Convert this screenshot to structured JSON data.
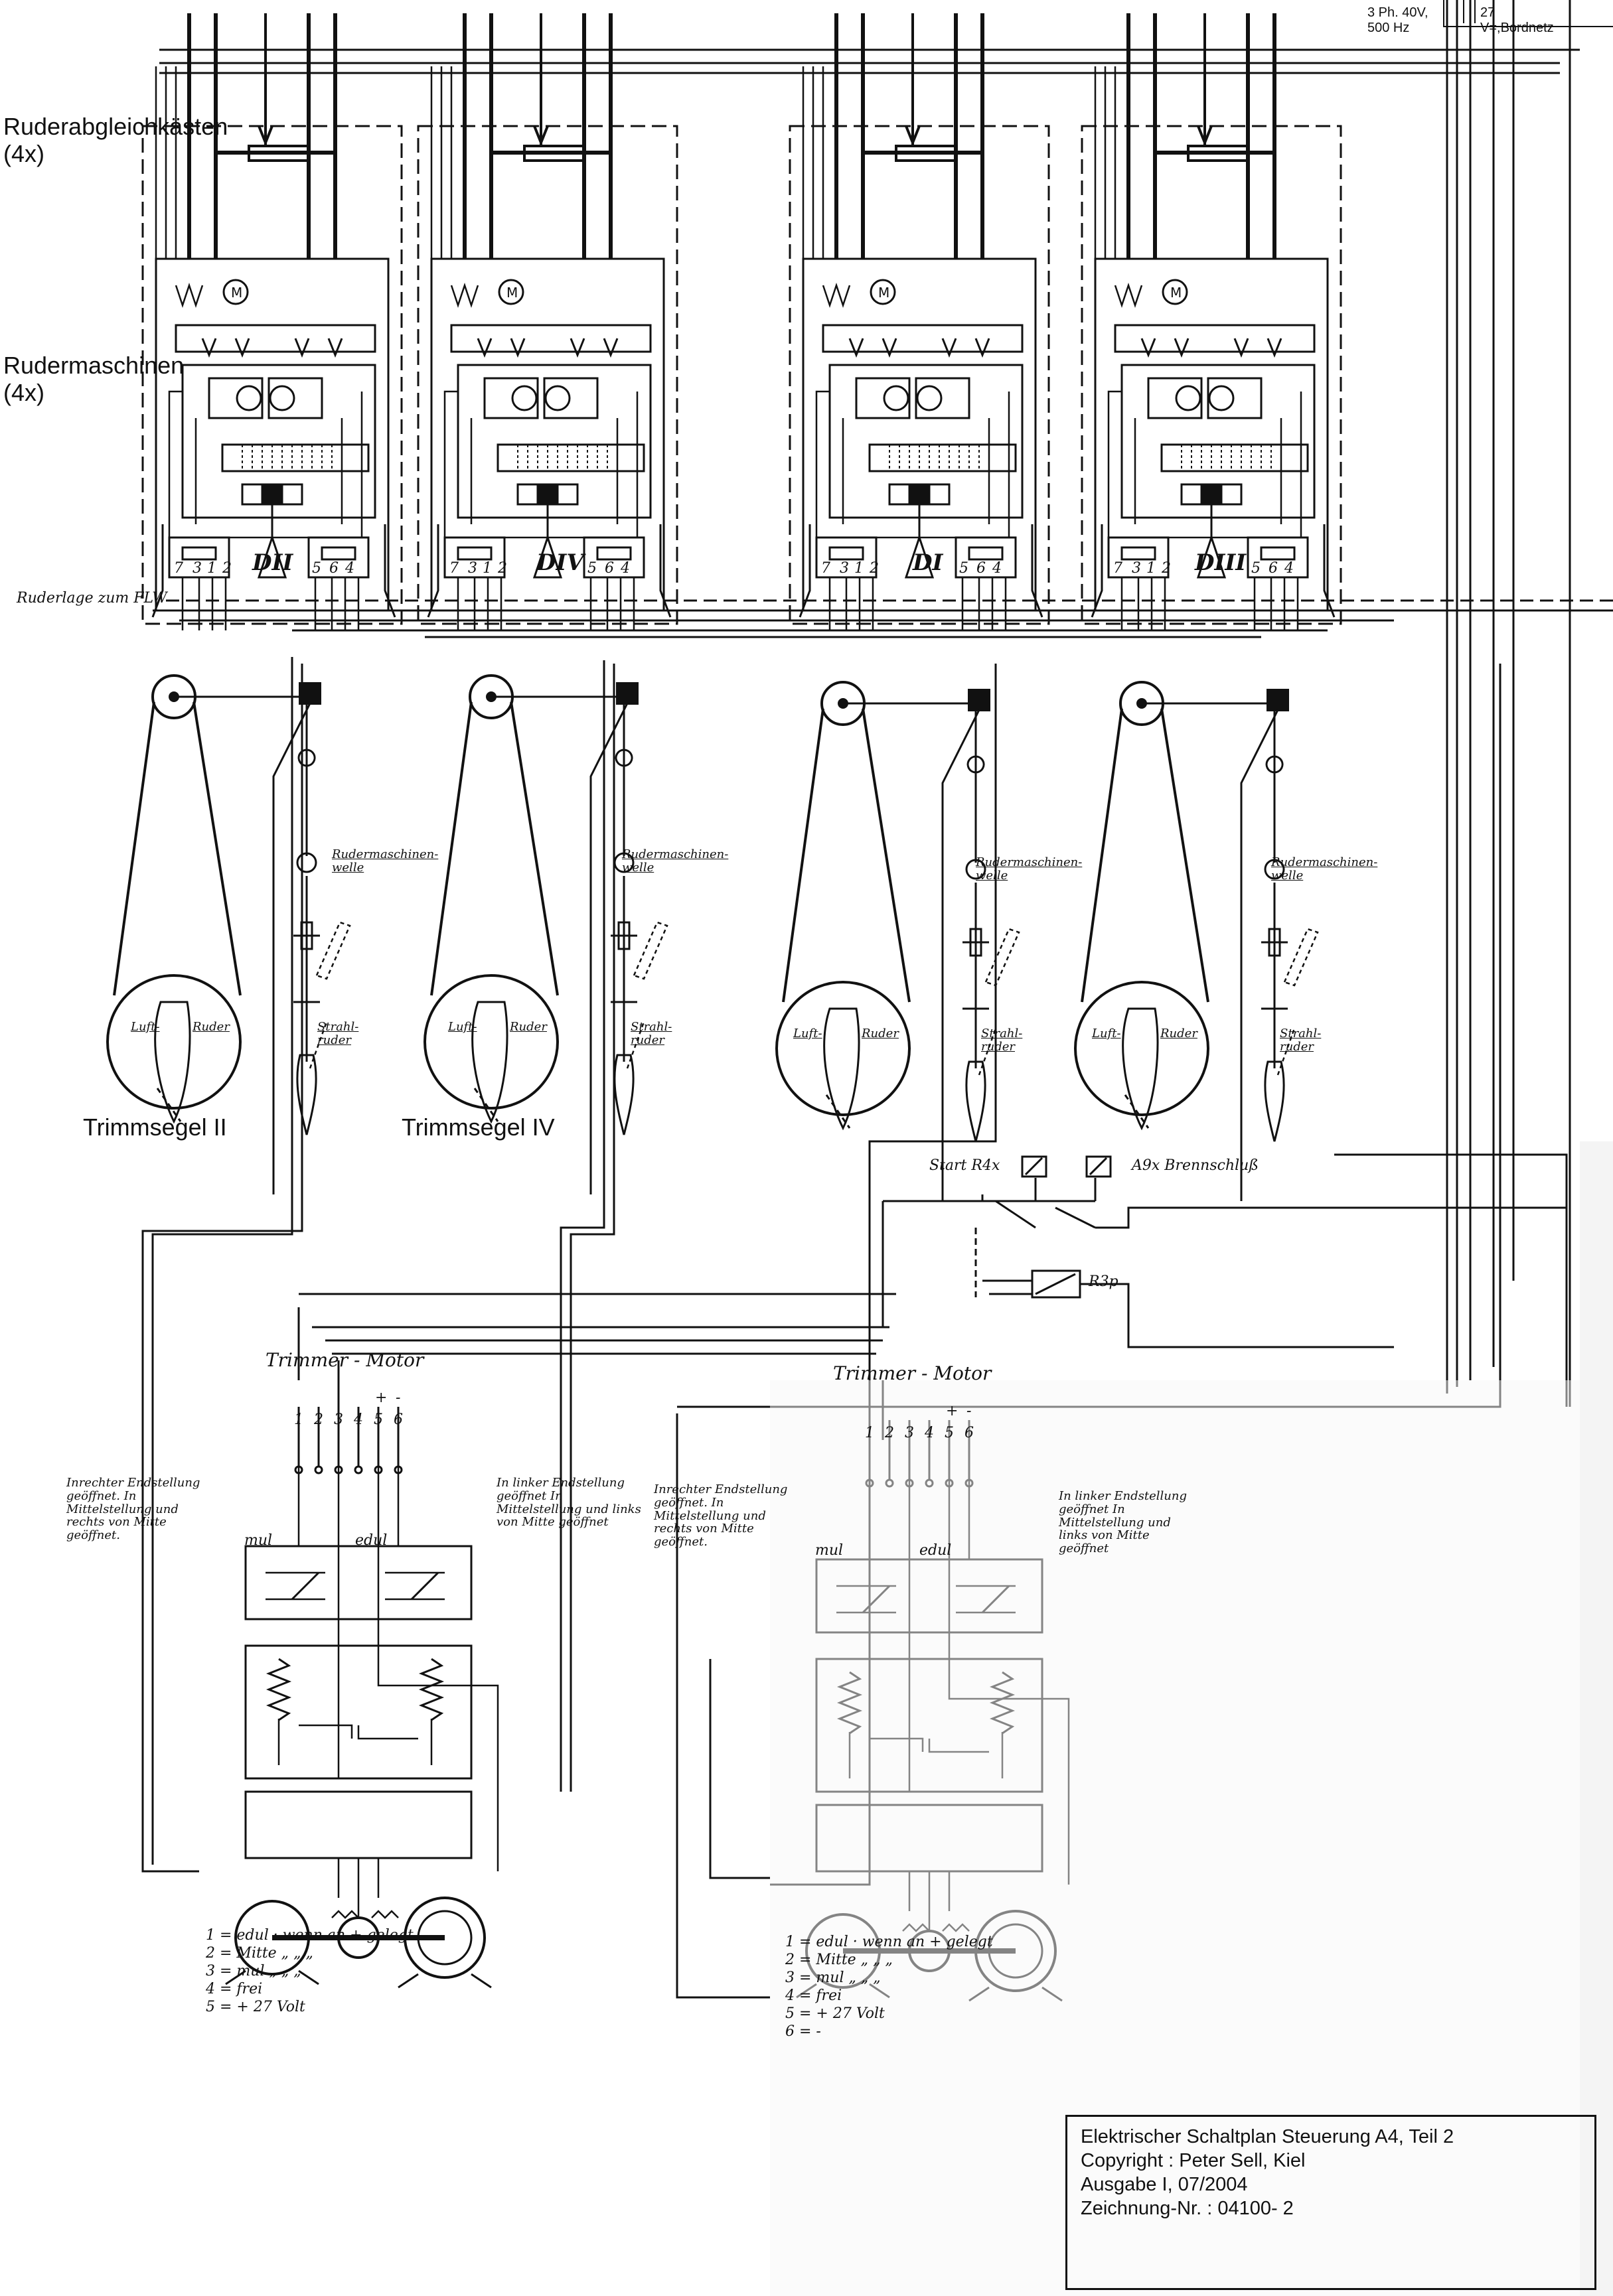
{
  "header": {
    "supply_3ph": "3 Ph. 40V, 500 Hz",
    "supply_dc": "27 V=,Bordnetz"
  },
  "labels": {
    "ruderabgleich": "Ruderabgleichkästen (4x)",
    "rudermaschinen": "Rudermaschinen (4x)",
    "ruderlage": "Ruderlage zum FLW",
    "trimmsegel_ii": "Trimmsegel II",
    "trimmsegel_iv": "Trimmsegel IV",
    "rudermaschinenwelle": "Rudermaschinen-welle",
    "luftruder_a": "Luft-",
    "luftruder_b": "Ruder",
    "strahlruder": "Strahl-ruder",
    "start_r4x": "Start R4x",
    "a9x": "A9x Brennschluß",
    "r3p": "R3p"
  },
  "units": [
    {
      "roman": "DII",
      "terminals": [
        "7",
        "3",
        "1",
        "2",
        "5",
        "6",
        "4"
      ]
    },
    {
      "roman": "DIV",
      "terminals": [
        "7",
        "3",
        "1",
        "2",
        "5",
        "6",
        "4"
      ]
    },
    {
      "roman": "DI",
      "terminals": [
        "7",
        "3",
        "1",
        "2",
        "5",
        "6",
        "4"
      ]
    },
    {
      "roman": "DIII",
      "terminals": [
        "7",
        "3",
        "1",
        "2",
        "5",
        "6",
        "4"
      ]
    }
  ],
  "trimmer": {
    "title": "Trimmer - Motor",
    "terminals": [
      "1",
      "2",
      "3",
      "4",
      "5",
      "6"
    ],
    "polarity": [
      "+",
      "-"
    ],
    "note_right": "Inrechter Endstellung geöffnet. In Mittelstellung und rechts von Mitte geöffnet.",
    "note_left": "In linker Endstellung geöffnet In Mittelstellung und links von Mitte geöffnet",
    "mul": "mul",
    "edul": "edul",
    "legend_left": [
      "1 = edul · wenn an + gelegt",
      "2 = Mitte  „  „  „",
      "3 = mul  „  „  „",
      "4 = frei",
      "5 = + 27 Volt"
    ],
    "legend_right": [
      "1 = edul · wenn an + gelegt",
      "2 = Mitte  „  „  „",
      "3 = mul  „  „  „",
      "4 = frei",
      "5 = + 27 Volt",
      "6 = -"
    ]
  },
  "title_block": {
    "line1": "Elektrischer Schaltplan Steuerung A4, Teil 2",
    "line2": "Copyright : Peter Sell, Kiel",
    "line3": "Ausgabe I, 07/2004",
    "line4": "Zeichnung-Nr. : 04100- 2"
  }
}
